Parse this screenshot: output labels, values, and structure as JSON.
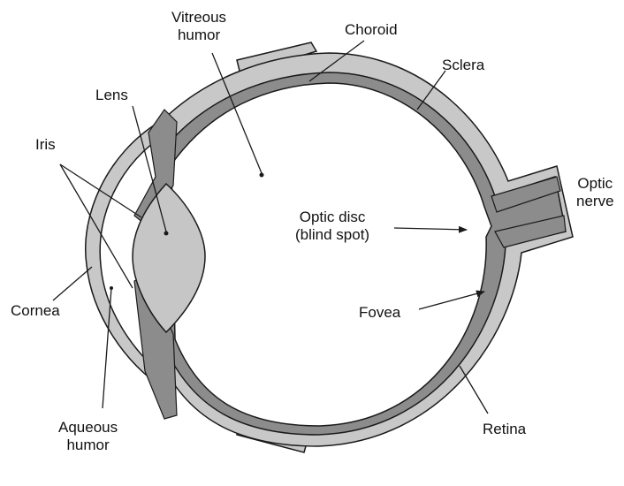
{
  "labels": {
    "vitreous_humor": [
      "Vitreous",
      "humor"
    ],
    "choroid": "Choroid",
    "sclera": "Sclera",
    "lens": "Lens",
    "iris": "Iris",
    "optic_nerve": [
      "Optic",
      "nerve"
    ],
    "optic_disc": [
      "Optic disc",
      "(blind spot)"
    ],
    "cornea": "Cornea",
    "fovea": "Fovea",
    "aqueous_humor": [
      "Aqueous",
      "humor"
    ],
    "retina": "Retina"
  },
  "colors": {
    "sclera_fill": "#c8c8c8",
    "choroid_fill": "#8c8c8c",
    "lens_fill": "#c6c6c6",
    "line": "#1a1a1a",
    "background": "#ffffff"
  }
}
